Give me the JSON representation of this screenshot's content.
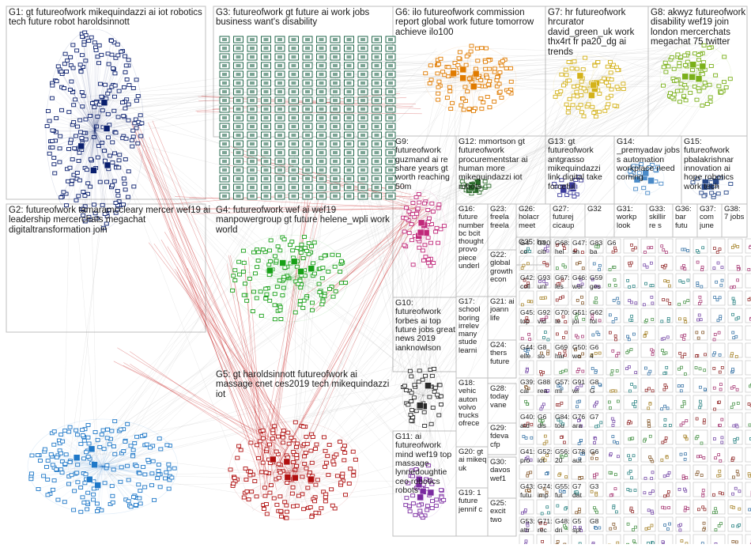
{
  "colors": {
    "G1": "#0a1f6e",
    "G2": "#1f78c8",
    "G3": "#0f5a3c",
    "G4": "#18a018",
    "G5": "#b01010",
    "G6": "#e07b00",
    "G7": "#d4b21a",
    "G8": "#7ab01a",
    "G9": "#c0287a",
    "G10": "#2a2a2a",
    "G11": "#7a2aa0",
    "G12": "#2a6a2a",
    "G13": "#3a3a9a",
    "G14": "#4a8ac8",
    "G15": "#2a4a8a",
    "edge": "#c00000",
    "grid": "#bfbfbf"
  },
  "groups": [
    {
      "id": "G1",
      "label": "G1: gt futureofwork mikequindazzi ai iot robotics tech future robot haroldsinnott"
    },
    {
      "id": "G2",
      "label": "G2: futureofwork tamaramccleary mercer wef19 ai leadership mercerchats megachat digitaltransformation join"
    },
    {
      "id": "G3",
      "label": "G3: futureofwork gt future ai work jobs business want's disability"
    },
    {
      "id": "G4",
      "label": "G4: futureofwork wef ai wef19 manpowergroup gt future helene_wpli work world"
    },
    {
      "id": "G5",
      "label": "G5: gt haroldsinnott futureofwork ai massage cnet ces2019 tech mikequindazzi iot"
    },
    {
      "id": "G6",
      "label": "G6: ilo futureofwork commission report global work future tomorrow achieve ilo100"
    },
    {
      "id": "G7",
      "label": "G7: hr futureofwork hrcurator david_green_uk work thx4rt fr pa20_dg ai trends"
    },
    {
      "id": "G8",
      "label": "G8: akwyz futureofwork disability wef19 join london mercerchats megachat 75 twitter"
    },
    {
      "id": "G9",
      "label": "G9: futureofwork guzmand ai re share years gt worth reaching 50m"
    },
    {
      "id": "G10",
      "label": "G10: futureofwork forbes ai top future jobs great news 2019 ianknowlson"
    },
    {
      "id": "G11",
      "label": "G11: ai futureofwork mind wef19 top massage lynnedoughtie ceo robotics robots"
    },
    {
      "id": "G12",
      "label": "G12: mmortson gt futureofwork procurementstar ai human more mikequindazzi iot robots"
    },
    {
      "id": "G13",
      "label": "G13: gt futureofwork antgrasso mikequindazzi link digital take forceful"
    },
    {
      "id": "G14",
      "label": "G14: _premyadav jobs s automation workplace need coming"
    },
    {
      "id": "G15",
      "label": "G15: futureofwork pbalakrishnar innovation ai hope robotics work tech"
    },
    {
      "id": "G16",
      "label": "G16: future number bc bcit thought provo piece underl"
    },
    {
      "id": "G17",
      "label": "G17: school boring irrelev many stude learni"
    },
    {
      "id": "G18",
      "label": "G18: vehic auton volvo trucks ofrece"
    },
    {
      "id": "G19",
      "label": "G19: 1 future jennif c"
    },
    {
      "id": "G20",
      "label": "G20: gt ai mikeq uk"
    },
    {
      "id": "G21",
      "label": "G21: ai joann life"
    },
    {
      "id": "G22",
      "label": "G22: global growth econ"
    },
    {
      "id": "G23",
      "label": "G23: freela freela"
    },
    {
      "id": "G24",
      "label": "G24: thers future"
    },
    {
      "id": "G25",
      "label": "G25: excit two"
    },
    {
      "id": "G26",
      "label": "G26: holacr meet"
    },
    {
      "id": "G27",
      "label": "G27: futurej cicaup"
    },
    {
      "id": "G28",
      "label": "G28: today vane"
    },
    {
      "id": "G29",
      "label": "G29: fdeva cfp"
    },
    {
      "id": "G30",
      "label": "G30: davos wef1"
    },
    {
      "id": "G31",
      "label": "G31: workp look"
    },
    {
      "id": "G32",
      "label": "G32"
    },
    {
      "id": "G33",
      "label": "G33: skillir re s"
    },
    {
      "id": "G35",
      "label": "G35: ho"
    },
    {
      "id": "G36",
      "label": "G36: bar futu"
    },
    {
      "id": "G37",
      "label": "G37: com june"
    },
    {
      "id": "G38",
      "label": "G38: 7 jobs"
    }
  ],
  "small_labels": [
    "G4",
    "G42:",
    "G45:",
    "G44:",
    "G39:",
    "G40:",
    "G41:",
    "G43:",
    "G53:",
    "G90",
    "G93",
    "G92",
    "G8",
    "G88",
    "G6",
    "G52:",
    "G74:",
    "G71:",
    "G68:",
    "G67:",
    "G70:",
    "G69",
    "G57:",
    "G84:",
    "G56:",
    "G55:",
    "G48:",
    "G47:",
    "G46:",
    "G51:",
    "G50:",
    "G91",
    "G76",
    "G78",
    "G7",
    "G5",
    "G83",
    "G59",
    "G62",
    "G6",
    "G8",
    "G7",
    "G6",
    "G3",
    "G8",
    "G6"
  ],
  "small_words": [
    "co",
    "coll",
    "top",
    "elle",
    "cal",
    "atd",
    "pro",
    "futu",
    "attr",
    "citr",
    "uni",
    "vid",
    "so",
    "rea",
    "dis",
    "iot",
    "imp",
    "rec",
    "hel",
    "les",
    "te",
    "har",
    "mi",
    "tou",
    "20",
    "fut",
    "dri",
    "sn",
    "wor",
    "joi",
    "wo",
    "wr",
    "ara",
    "aut",
    "dat",
    "spl",
    "ba",
    "ges",
    "fol",
    "4",
    "G"
  ]
}
